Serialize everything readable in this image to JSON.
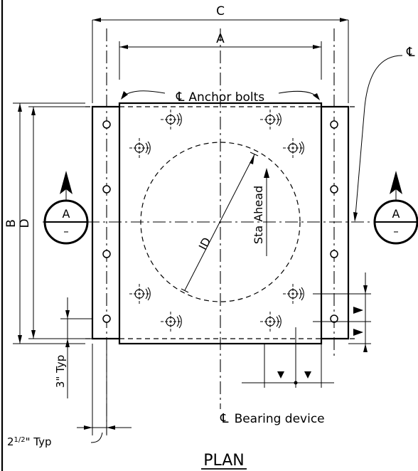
{
  "dimensions": {
    "C": "C",
    "A": "A",
    "B": "B",
    "D": "D",
    "ID": "ID"
  },
  "labels": {
    "anchor_bolts": "Anchor bolts",
    "sta_ahead": "Sta Ahead",
    "bearing_device": "Bearing device",
    "centerline_top_right": "℄",
    "three_typ": "3\" Typ",
    "two_half_typ_main": "2",
    "two_half_typ_frac": "1/2",
    "two_half_typ_rest": "\" Typ",
    "title": "PLAN"
  },
  "section_markers": {
    "left": {
      "letter": "A",
      "sheet": "–"
    },
    "right": {
      "letter": "A",
      "sheet": "–"
    }
  }
}
